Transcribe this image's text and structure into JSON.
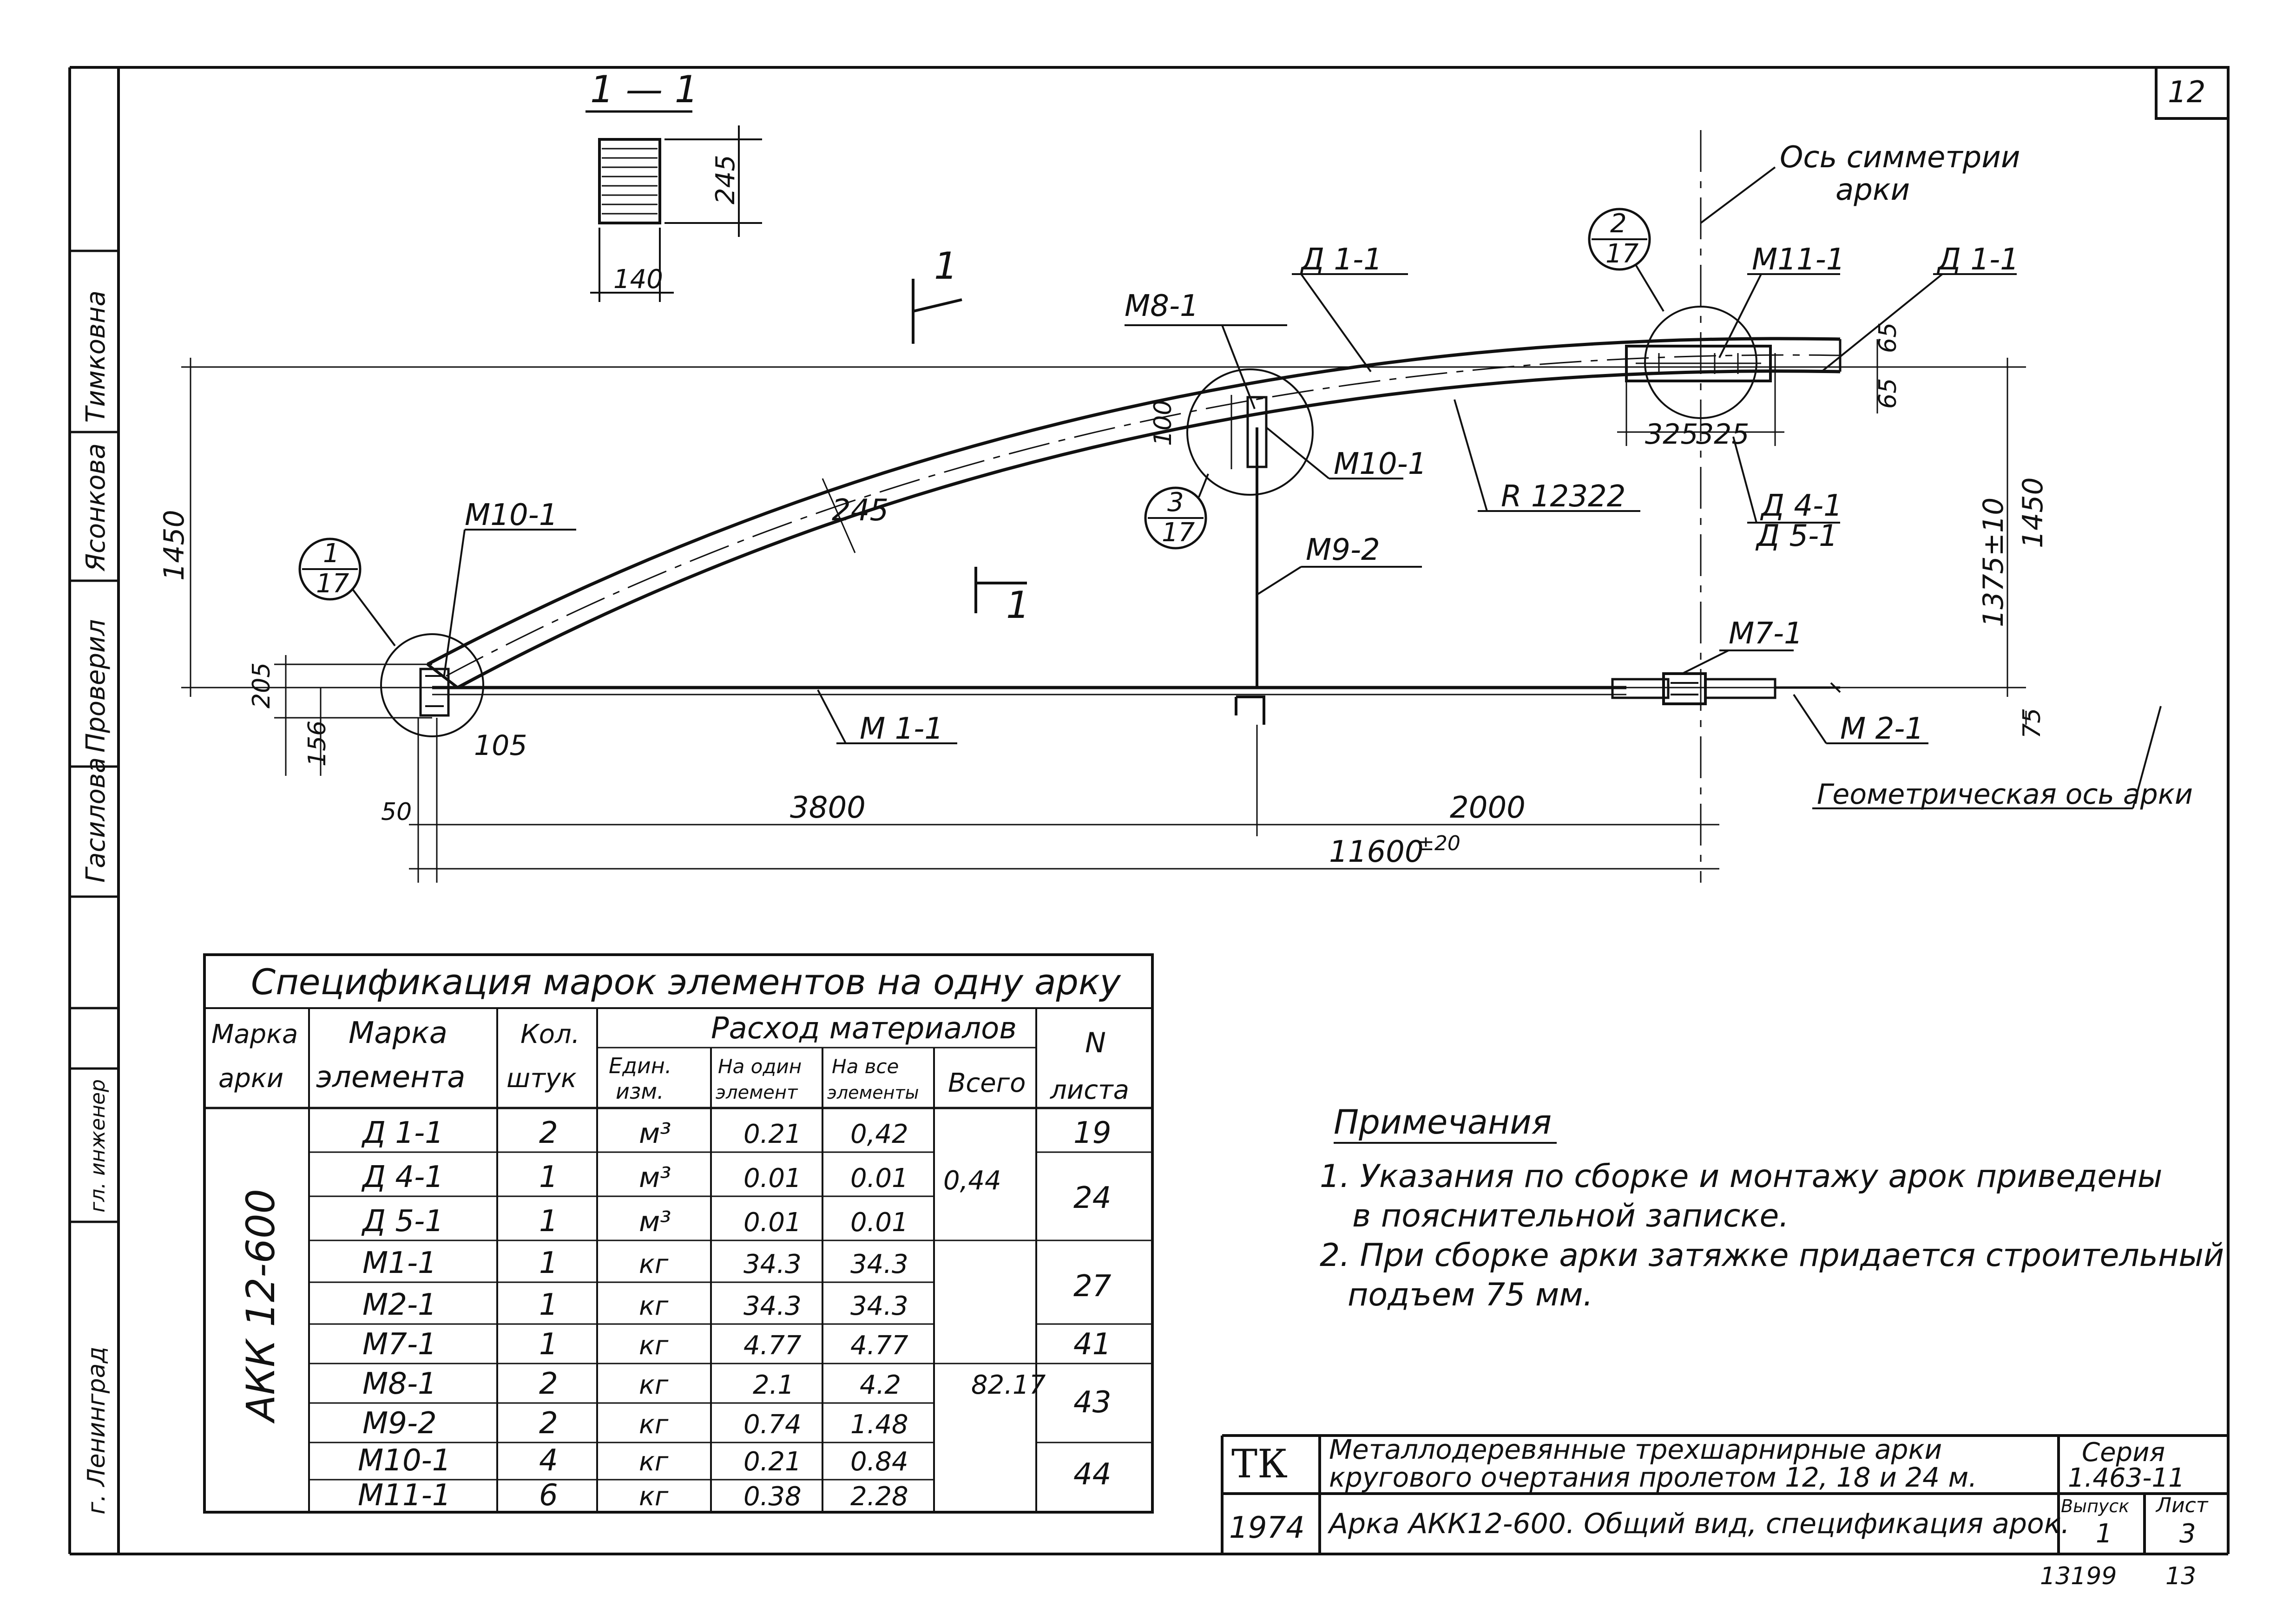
{
  "sheet": {
    "page_number": "12",
    "bottom_number_left": "13199",
    "bottom_number_right": "13"
  },
  "side_strip": {
    "city": "г. Ленинград",
    "role": "гл. инженер",
    "name_1": "Гасилова",
    "name_2": "Проверил",
    "name_3": "Ясонкова",
    "name_4": "Тимковна"
  },
  "section": {
    "title": "1 — 1",
    "height": "245",
    "width": "140"
  },
  "labels": {
    "axis_title_line1": "Ось симметрии",
    "axis_title_line2": "арки",
    "callout_2_top": "2",
    "callout_2_bottom": "17",
    "callout_1_top": "1",
    "callout_1_bottom": "17",
    "callout_3_top": "3",
    "callout_3_bottom": "17",
    "d1_1_a": "Д 1-1",
    "d1_1_b": "Д 1-1",
    "m11_1": "М11-1",
    "m8_1": "М8-1",
    "m10_1_a": "М10-1",
    "m10_1_b": "М10-1",
    "m9_2": "М9-2",
    "radius": "R 12322",
    "d4_1": "Д 4-1",
    "d5_1": "Д 5-1",
    "m7_1": "М7-1",
    "m1_1": "М 1-1",
    "m2_1": "М 2-1",
    "geom_axis": "Геометрическая ось арки",
    "section_mark_1a": "1",
    "section_mark_1b": "1"
  },
  "dimensions": {
    "h1450_left": "1450",
    "h1450_right": "1450",
    "h1375": "1375±10",
    "d245": "245",
    "d100": "100",
    "d65a": "65",
    "d65b": "65",
    "d325a": "325",
    "d325b": "325",
    "d205": "205",
    "d156": "156",
    "d105": "105",
    "d50": "50",
    "d75": "75",
    "d3800": "3800",
    "d2000": "2000",
    "d11600": "11600",
    "d11600_tol": "±20"
  },
  "spec_table": {
    "title": "Спецификация марок элементов на одну арку",
    "headers": {
      "arch_mark_1": "Марка",
      "arch_mark_2": "арки",
      "element_mark_1": "Марка",
      "element_mark_2": "элемента",
      "qty_1": "Кол.",
      "qty_2": "штук",
      "materials": "Расход материалов",
      "unit_1": "Един.",
      "unit_2": "изм.",
      "per_one_1": "На один",
      "per_one_2": "элемент",
      "per_all_1": "На все",
      "per_all_2": "элементы",
      "total": "Всего",
      "sheet_1": "N",
      "sheet_2": "листа"
    },
    "arch_mark": "АКК 12-600",
    "rows": [
      {
        "el": "Д 1-1",
        "qty": "2",
        "unit": "м³",
        "one": "0.21",
        "all": "0,42"
      },
      {
        "el": "Д 4-1",
        "qty": "1",
        "unit": "м³",
        "one": "0.01",
        "all": "0.01"
      },
      {
        "el": "Д 5-1",
        "qty": "1",
        "unit": "м³",
        "one": "0.01",
        "all": "0.01"
      },
      {
        "el": "М1-1",
        "qty": "1",
        "unit": "кг",
        "one": "34.3",
        "all": "34.3"
      },
      {
        "el": "М2-1",
        "qty": "1",
        "unit": "кг",
        "one": "34.3",
        "all": "34.3"
      },
      {
        "el": "М7-1",
        "qty": "1",
        "unit": "кг",
        "one": "4.77",
        "all": "4.77"
      },
      {
        "el": "М8-1",
        "qty": "2",
        "unit": "кг",
        "one": "2.1",
        "all": "4.2"
      },
      {
        "el": "М9-2",
        "qty": "2",
        "unit": "кг",
        "one": "0.74",
        "all": "1.48"
      },
      {
        "el": "М10-1",
        "qty": "4",
        "unit": "кг",
        "one": "0.21",
        "all": "0.84"
      },
      {
        "el": "М11-1",
        "qty": "6",
        "unit": "кг",
        "one": "0.38",
        "all": "2.28"
      }
    ],
    "total_wood": "0,44",
    "total_steel": "82.17",
    "sheets": [
      "19",
      "24",
      "27",
      "41",
      "43",
      "44"
    ]
  },
  "notes": {
    "title": "Примечания",
    "line1": "1. Указания по сборке и монтажу арок приведены",
    "line2": "в пояснительной записке.",
    "line3": "2. При сборке арки затяжке придается строительный",
    "line4": "подъем     75 мм."
  },
  "title_block": {
    "org": "ТК",
    "year": "1974",
    "name_line1": "Металлодеревянные трехшарнирные арки",
    "name_line2": "кругового очертания пролетом 12, 18 и 24 м.",
    "sheet_title": "Арка АКК12-600. Общий вид, спецификация арок.",
    "series_label": "Серия",
    "series_value": "1.463-11",
    "issue_label": "Выпуск",
    "issue_value": "1",
    "list_label": "Лист",
    "list_value": "3"
  }
}
